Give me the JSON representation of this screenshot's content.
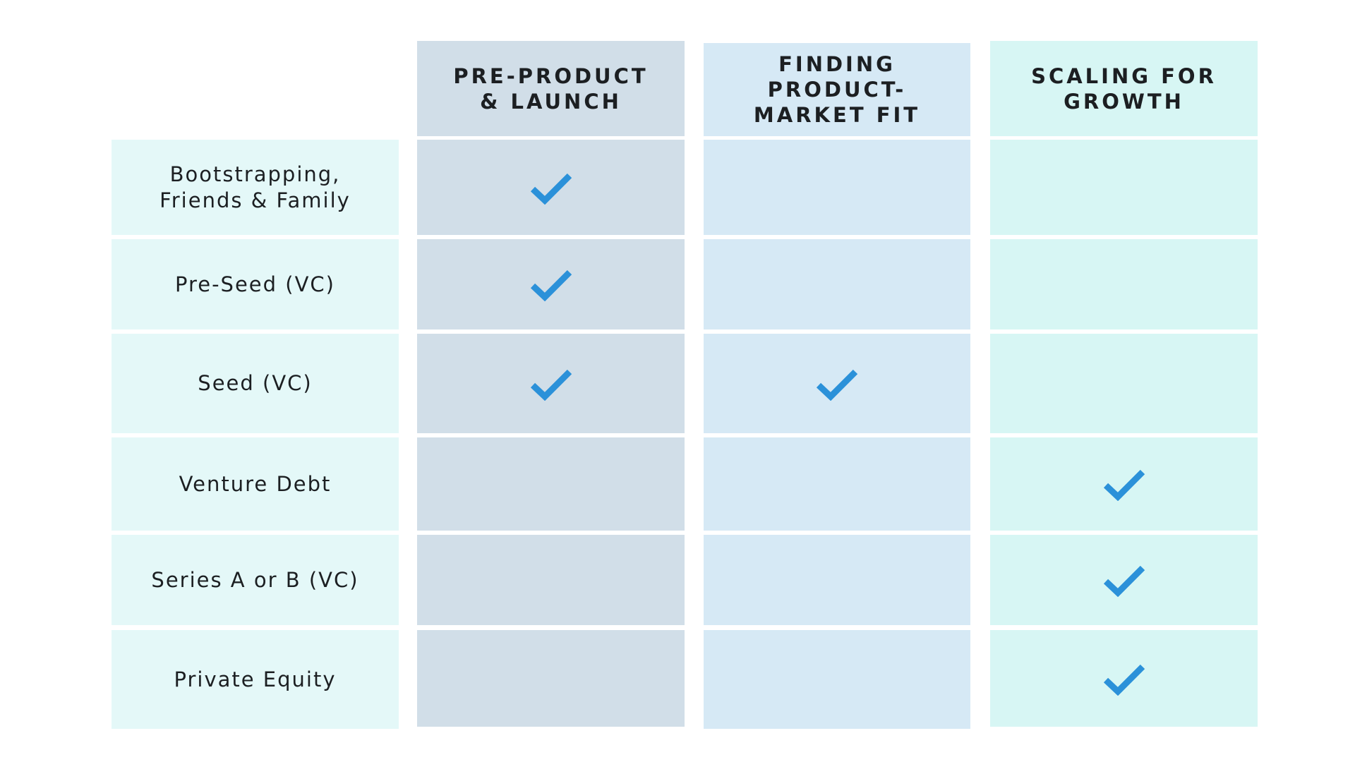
{
  "columns": [
    {
      "title": "PRE-PRODUCT\n& LAUNCH",
      "color": "#d1dee8"
    },
    {
      "title": "FINDING PRODUCT-\nMARKET FIT",
      "color": "#d6e9f5"
    },
    {
      "title": "SCALING FOR\nGROWTH",
      "color": "#d7f6f4"
    }
  ],
  "rows": [
    {
      "label": "Bootstrapping,\nFriends & Family",
      "checks": [
        true,
        false,
        false
      ]
    },
    {
      "label": "Pre-Seed (VC)",
      "checks": [
        true,
        false,
        false
      ]
    },
    {
      "label": "Seed (VC)",
      "checks": [
        true,
        true,
        false
      ]
    },
    {
      "label": "Venture Debt",
      "checks": [
        false,
        false,
        true
      ]
    },
    {
      "label": "Series A or B (VC)",
      "checks": [
        false,
        false,
        true
      ]
    },
    {
      "label": "Private Equity",
      "checks": [
        false,
        false,
        true
      ]
    }
  ],
  "icons": {
    "check": "check-icon"
  },
  "colors": {
    "check": "#2b91d9",
    "row_label_bg": "#e4f8f8",
    "text": "#1c1f22"
  }
}
